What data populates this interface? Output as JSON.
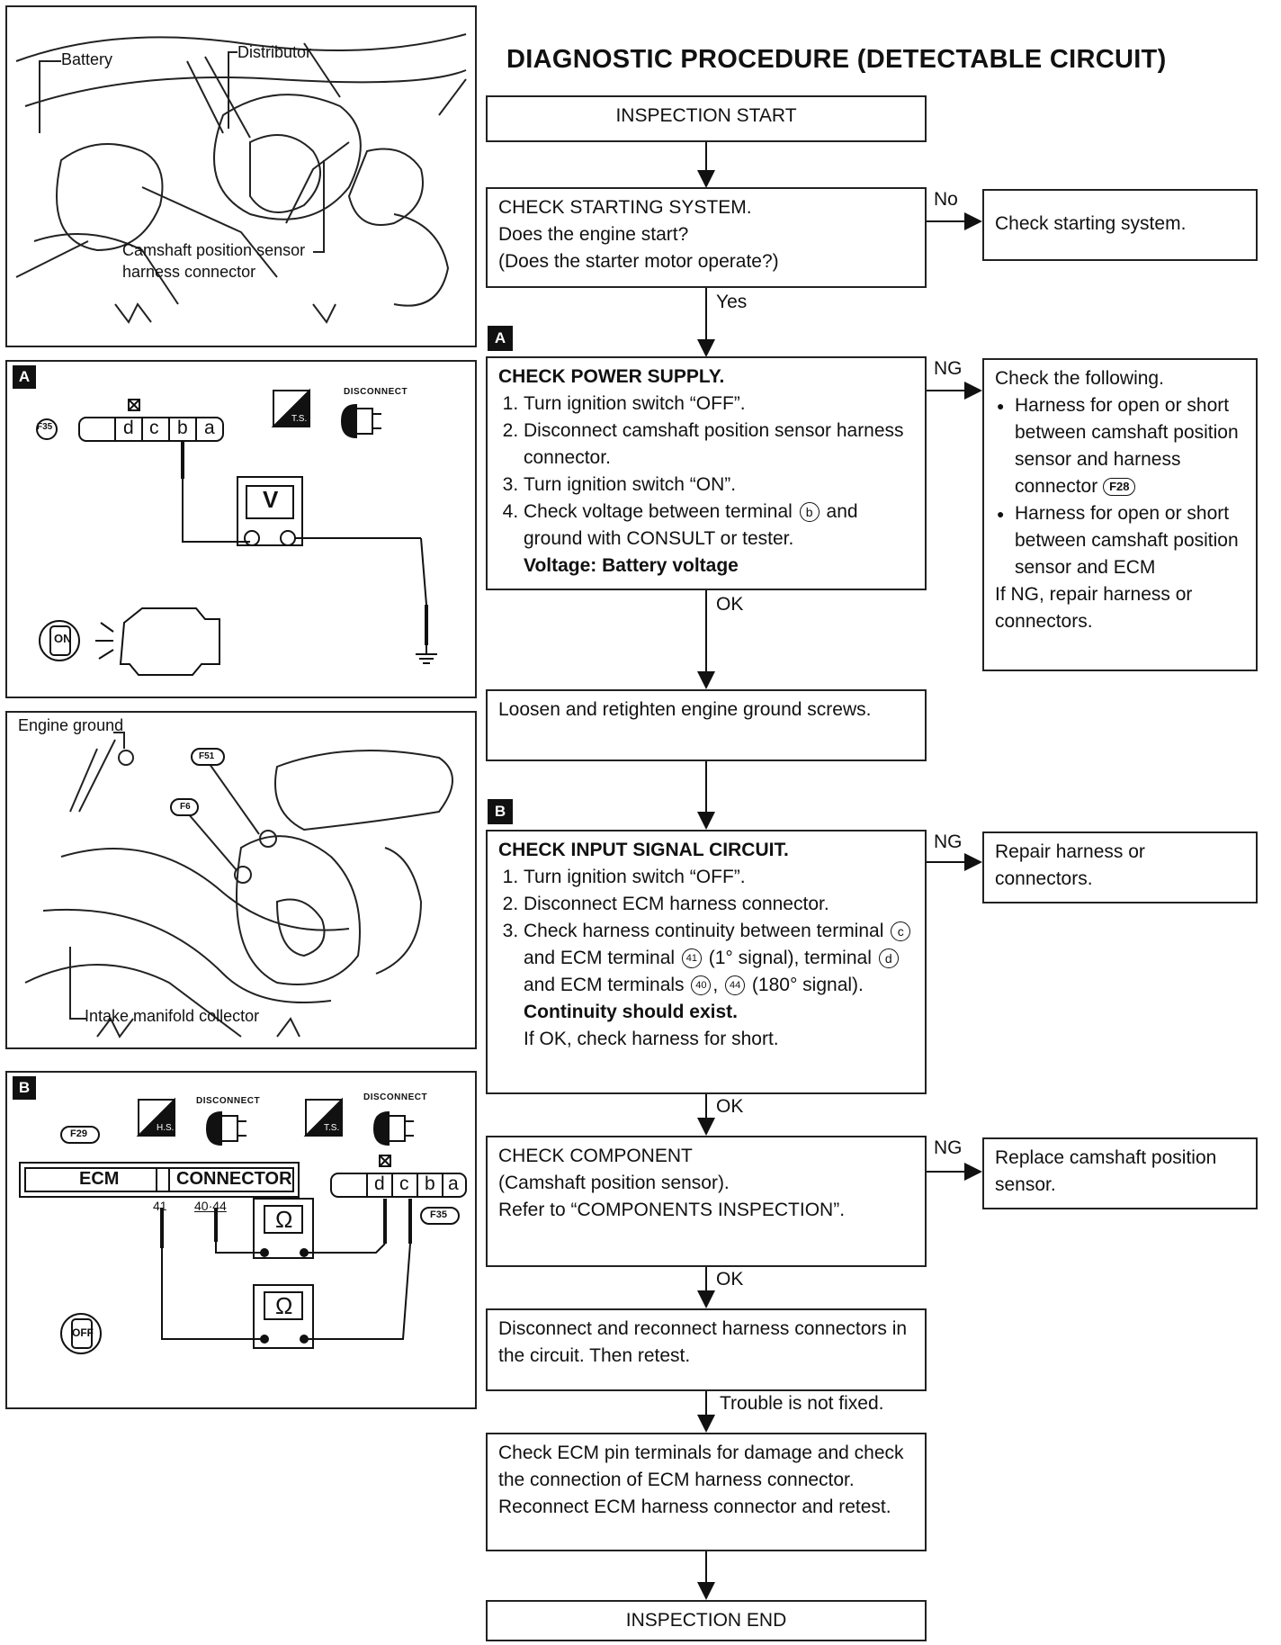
{
  "title": "DIAGNOSTIC PROCEDURE (DETECTABLE CIRCUIT)",
  "figure1": {
    "battery": "Battery",
    "distributor": "Distributor",
    "sensor_line1": "Camshaft position sensor",
    "sensor_line2": "harness connector"
  },
  "panelA": {
    "tag": "A",
    "connector": "F35",
    "pins": [
      "d",
      "c",
      "b",
      "a"
    ],
    "meter": "V",
    "ts": "T.S.",
    "disconnect": "DISCONNECT",
    "key": "ON"
  },
  "figure3": {
    "engine_ground": "Engine ground",
    "f51": "F51",
    "f6": "F6",
    "intake": "Intake manifold collector"
  },
  "panelB": {
    "tag": "B",
    "hs": "H.S.",
    "ts": "T.S.",
    "disconnect1": "DISCONNECT",
    "disconnect2": "DISCONNECT",
    "f29": "F29",
    "ecm": "ECM",
    "connector": "CONNECTOR",
    "pin41": "41",
    "pin40_44": "40·44",
    "pins": [
      "d",
      "c",
      "b",
      "a"
    ],
    "f35": "F35",
    "ohm1": "Ω",
    "ohm2": "Ω",
    "key": "OFF"
  },
  "flow": {
    "start": "INSPECTION START",
    "starting": {
      "l1": "CHECK STARTING SYSTEM.",
      "l2": "Does the engine start?",
      "l3": "(Does the starter motor operate?)"
    },
    "no": "No",
    "check_starting": "Check starting system.",
    "yes": "Yes",
    "tagA": "A",
    "power": {
      "head": "CHECK POWER SUPPLY.",
      "s1": "Turn ignition switch “OFF”.",
      "s2": "Disconnect camshaft position sensor harness connector.",
      "s3": "Turn ignition switch “ON”.",
      "s4a": "Check voltage between terminal",
      "s4b": "b",
      "s4c": "and ground with CONSULT or tester.",
      "spec": "Voltage: Battery voltage"
    },
    "ng1": "NG",
    "following": {
      "head": "Check the following.",
      "b1a": "Harness for open or short between camshaft position sensor and harness connector",
      "b1tag": "F28",
      "b2": "Harness for open or short between camshaft position sensor and ECM",
      "foot": "If NG, repair harness or connectors."
    },
    "ok1": "OK",
    "loosen": "Loosen and retighten engine ground screws.",
    "tagB": "B",
    "input": {
      "head": "CHECK INPUT SIGNAL CIRCUIT.",
      "s1": "Turn ignition switch “OFF”.",
      "s2": "Disconnect ECM harness connector.",
      "s3a": "Check harness continuity between terminal",
      "c_c": "c",
      "s3b": "and ECM terminal",
      "c41": "41",
      "s3c": "(1° signal), terminal",
      "c_d": "d",
      "s3d": "and ECM terminals",
      "c40": "40",
      "c44": "44",
      "s3e": "(180° signal).",
      "spec": "Continuity should exist.",
      "note": "If OK, check harness for short."
    },
    "ng2": "NG",
    "repair": "Repair harness or connectors.",
    "ok2": "OK",
    "component": {
      "l1": "CHECK COMPONENT",
      "l2": "(Camshaft position sensor).",
      "l3": "Refer to “COMPONENTS INSPECTION”."
    },
    "ng3": "NG",
    "replace": "Replace camshaft position sensor.",
    "ok3": "OK",
    "reconnect": "Disconnect and reconnect harness connectors in the circuit. Then retest.",
    "trouble": "Trouble is not fixed.",
    "ecm_check": "Check ECM pin terminals for damage and check the connection of ECM harness connector. Reconnect ECM harness connector and retest.",
    "end": "INSPECTION END"
  }
}
